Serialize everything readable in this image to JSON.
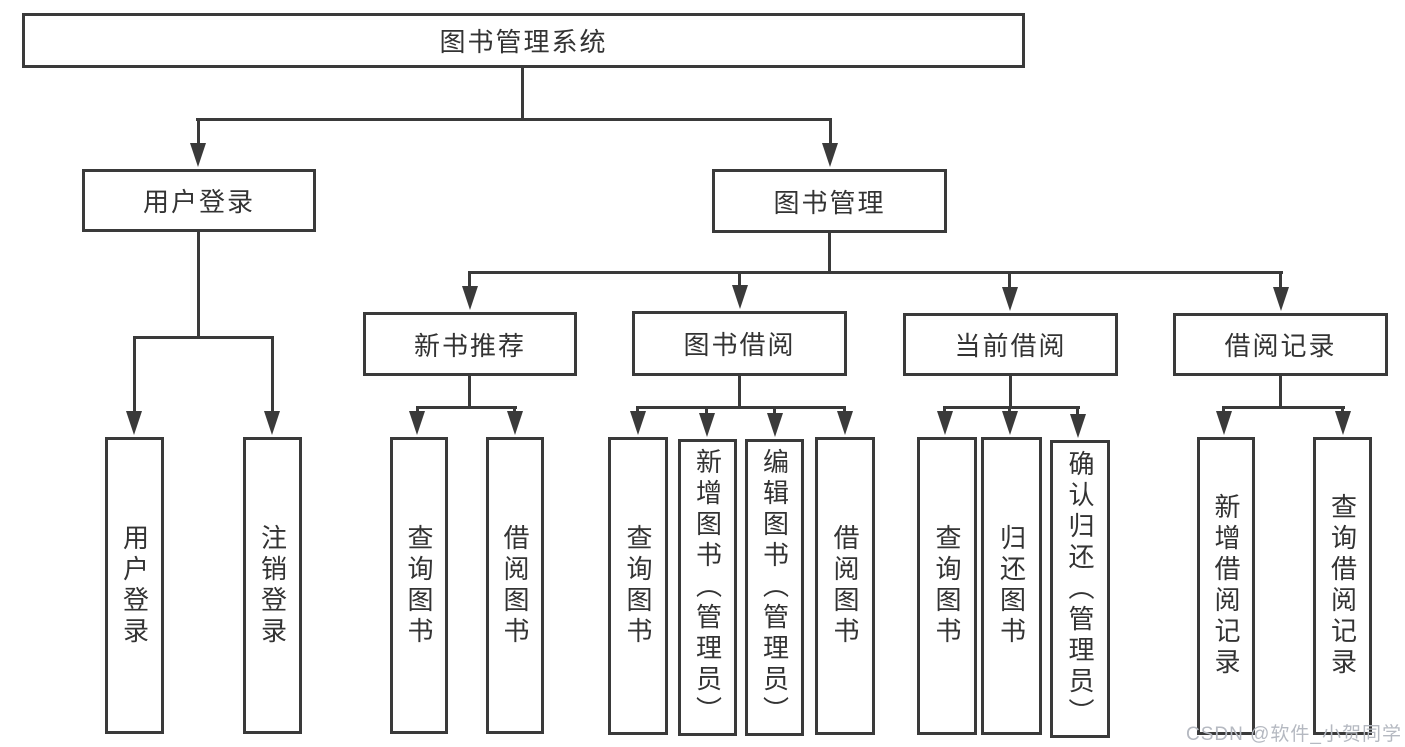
{
  "diagram_type": "hierarchy-tree",
  "tree": {
    "label": "图书管理系统",
    "children": [
      {
        "label": "用户登录",
        "children": [
          {
            "label": "用户登录"
          },
          {
            "label": "注销登录"
          }
        ]
      },
      {
        "label": "图书管理",
        "children": [
          {
            "label": "新书推荐",
            "children": [
              {
                "label": "查询图书"
              },
              {
                "label": "借阅图书"
              }
            ]
          },
          {
            "label": "图书借阅",
            "children": [
              {
                "label": "查询图书"
              },
              {
                "label": "新增图书（管理员）"
              },
              {
                "label": "编辑图书（管理员）"
              },
              {
                "label": "借阅图书"
              }
            ]
          },
          {
            "label": "当前借阅",
            "children": [
              {
                "label": "查询图书"
              },
              {
                "label": "归还图书"
              },
              {
                "label": "确认归还（管理员）"
              }
            ]
          },
          {
            "label": "借阅记录",
            "children": [
              {
                "label": "新增借阅记录"
              },
              {
                "label": "查询借阅记录"
              }
            ]
          }
        ]
      }
    ]
  },
  "watermark": {
    "text": "CSDN @软件_小贺同学"
  },
  "colors": {
    "line": "#3a3a3a",
    "box_border": "#3a3a3a",
    "text": "#333333",
    "watermark": "#b5b9c1",
    "background": "#ffffff"
  }
}
